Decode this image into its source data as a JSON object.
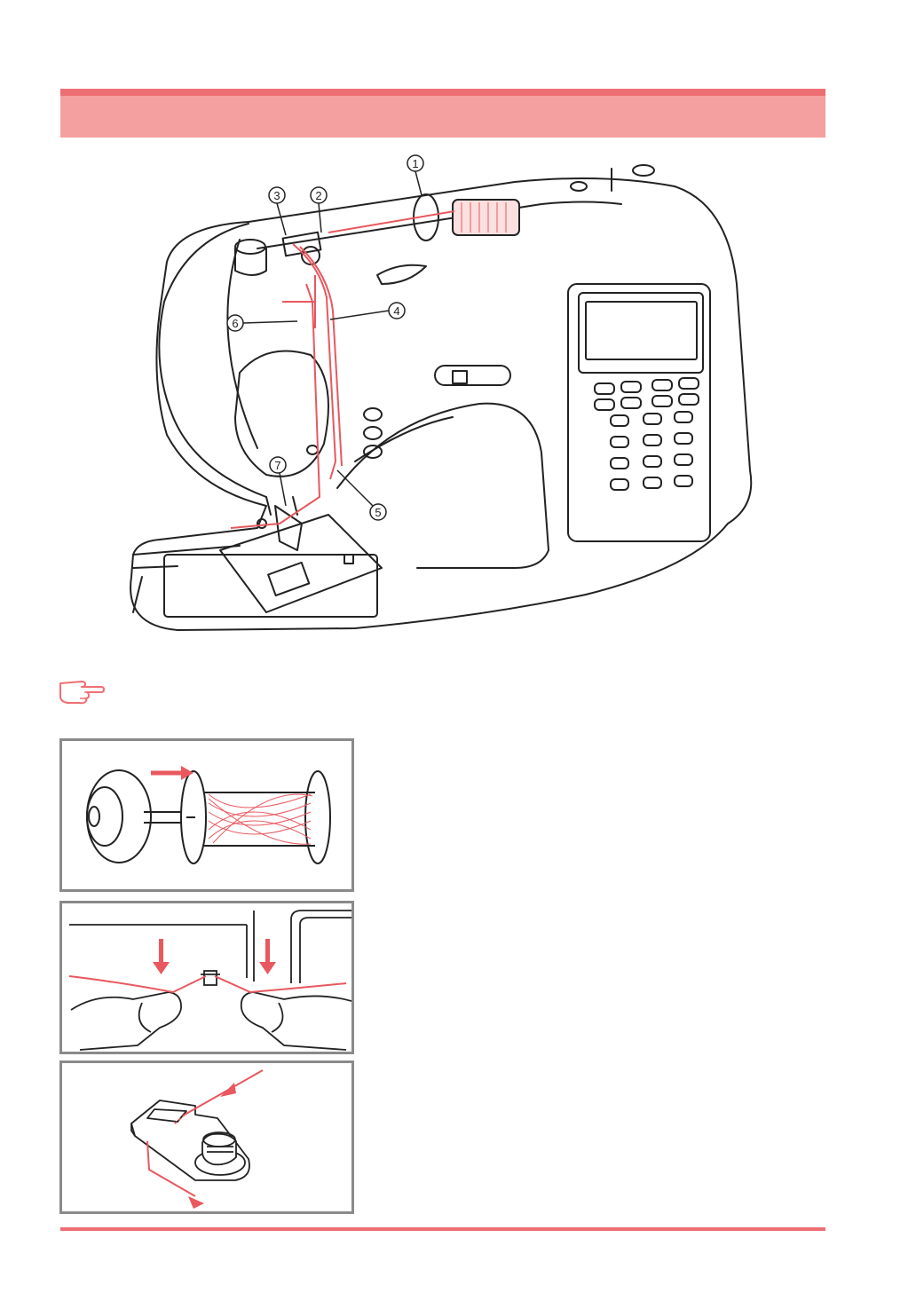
{
  "illustration": {
    "callouts": [
      "1",
      "2",
      "3",
      "4",
      "5",
      "6",
      "7"
    ]
  },
  "colors": {
    "accent": "#ee6f73",
    "header_band": "#f5a0a0",
    "thread": "#e8585e",
    "line": "#222222",
    "panel_border": "#8a8a8a"
  },
  "icons": {
    "note": "pointing-hand-icon",
    "arrow": "arrow-icon"
  }
}
